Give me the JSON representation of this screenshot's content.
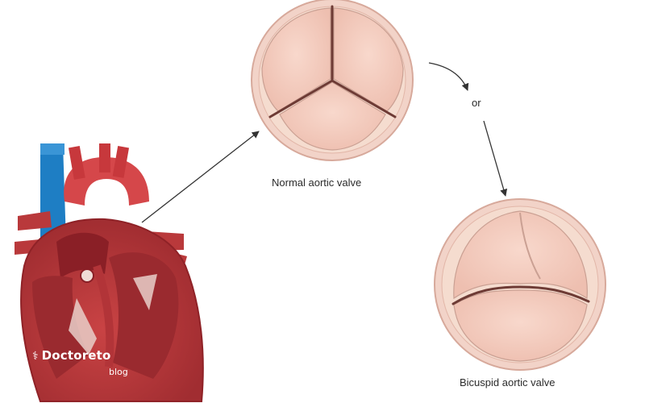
{
  "labels": {
    "normal": "Normal aortic valve",
    "or": "or",
    "bicuspid": "Bicuspid aortic valve"
  },
  "logo": {
    "name": "Doctoreto",
    "sub": "blog"
  },
  "colors": {
    "valve_rim": "#f2d3c8",
    "valve_rim_edge": "#d7a99b",
    "valve_leaflet": "#f6cfc2",
    "heart_dark": "#9c2a2e",
    "heart_mid": "#c53b3e",
    "vessel_blue": "#1e7ec4",
    "arrow": "#333333"
  }
}
